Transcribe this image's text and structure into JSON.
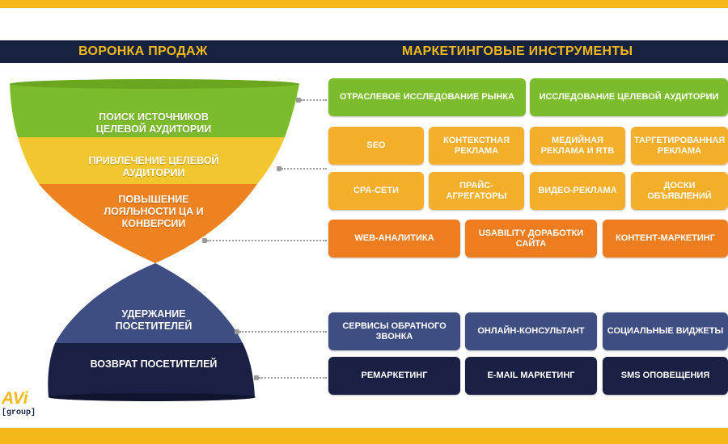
{
  "headers": {
    "left": "ВОРОНКА ПРОДАЖ",
    "right": "МАРКЕТИНГОВЫЕ ИНСТРУМЕНТЫ"
  },
  "funnel": {
    "stage1": "ПОИСК ИСТОЧНИКОВ ЦЕЛЕВОЙ АУДИТОРИИ",
    "stage2": "ПРИВЛЕЧЕНИЕ ЦЕЛЕВОЙ АУДИТОРИИ",
    "stage3": "ПОВЫШЕНИЕ ЛОЯЛЬНОСТИ ЦА И КОНВЕРСИИ",
    "stage4": "УДЕРЖАНИЕ ПОСЕТИТЕЛЕЙ",
    "stage5": "ВОЗВРАТ ПОСЕТИТЕЛЕЙ"
  },
  "tools": {
    "industry_research": "Отраслевое исследование рынка",
    "audience_research": "Исследование целевой аудитории",
    "seo": "SEO",
    "context_ads": "Контекстная реклама",
    "media_ads": "Медийная реклама и RTB",
    "targeted_ads": "Таргетированная реклама",
    "cpa": "CPA-сети",
    "price_aggregators": "Прайс-агрегаторы",
    "video_ads": "Видео-реклама",
    "boards": "Доски объявлений",
    "web_analytics": "Web-аналитика",
    "usability": "Usability доработки сайта",
    "content_marketing": "Контент-маркетинг",
    "callback_services": "Сервисы обратного звонка",
    "online_consultant": "Онлайн-консультант",
    "social_widgets": "Социальные виджеты",
    "remarketing": "Ремаркетинг",
    "email_marketing": "E-mail маркетинг",
    "sms": "SMS оповещения"
  },
  "logo": {
    "main": "AVi",
    "sub": "[group]"
  },
  "colors": {
    "gold": "#f3b81a",
    "navy_header": "#16223f",
    "green": "#7cbc2c",
    "yellow": "#f4ae2a",
    "orange": "#ee7d20",
    "blue": "#3e4d82",
    "dark_navy": "#1a1f44"
  }
}
